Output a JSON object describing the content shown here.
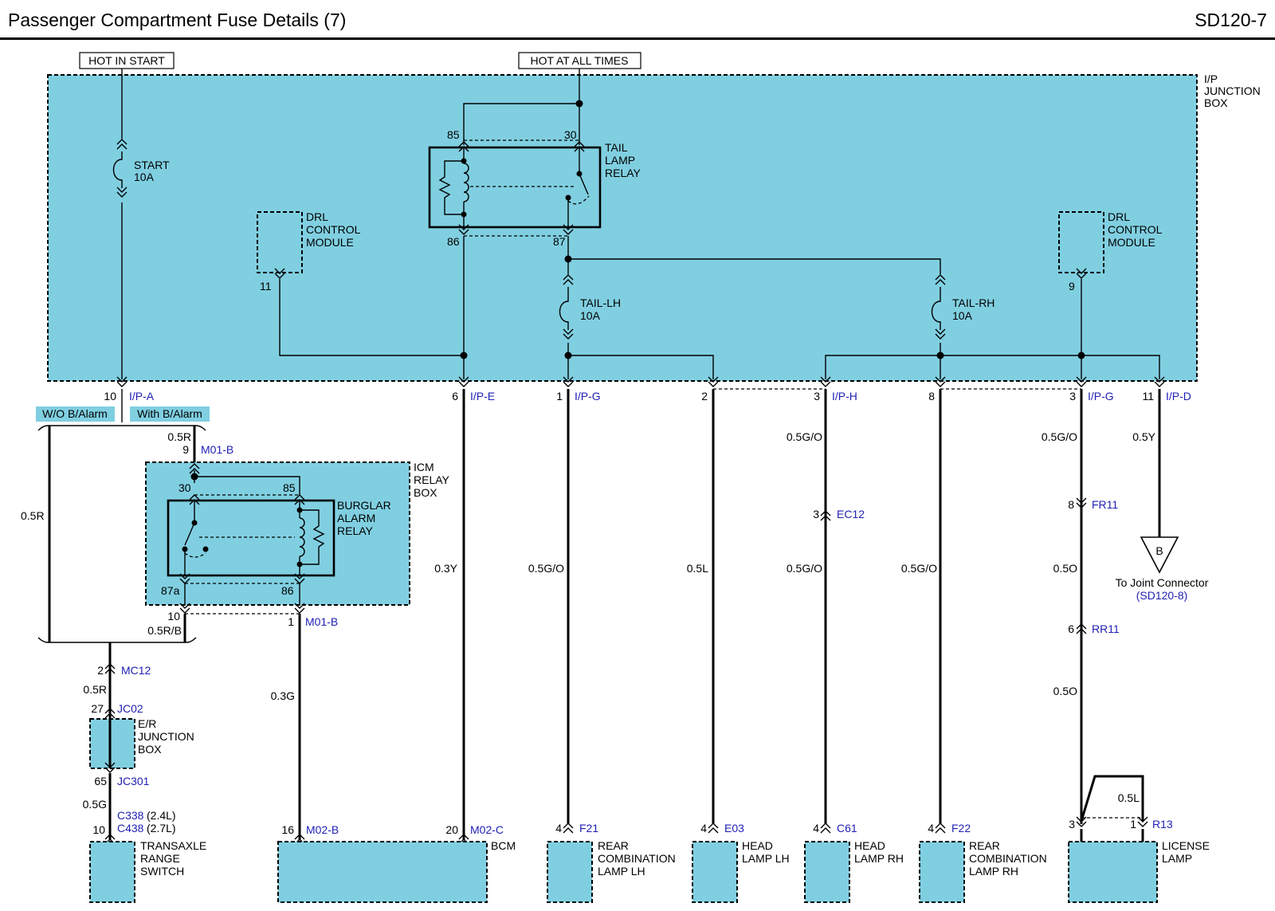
{
  "header": {
    "title": "Passenger Compartment Fuse Details (7)",
    "code": "SD120-7"
  },
  "power": {
    "hot_in_start": "HOT IN START",
    "hot_at_all_times": "HOT AT ALL TIMES"
  },
  "ip_box": {
    "l1": "I/P",
    "l2": "JUNCTION",
    "l3": "BOX"
  },
  "fuses": {
    "start": {
      "name": "START",
      "rating": "10A"
    },
    "tail_lh": {
      "name": "TAIL-LH",
      "rating": "10A"
    },
    "tail_rh": {
      "name": "TAIL-RH",
      "rating": "10A"
    }
  },
  "tail_relay": {
    "l1": "TAIL",
    "l2": "LAMP",
    "l3": "RELAY",
    "p85": "85",
    "p30": "30",
    "p86": "86",
    "p87": "87"
  },
  "drl_left": {
    "l1": "DRL",
    "l2": "CONTROL",
    "l3": "MODULE",
    "pin": "11"
  },
  "drl_right": {
    "l1": "DRL",
    "l2": "CONTROL",
    "l3": "MODULE",
    "pin": "9"
  },
  "ip_pins": [
    {
      "pin": "10",
      "conn": "I/P-A"
    },
    {
      "pin": "6",
      "conn": "I/P-E"
    },
    {
      "pin": "1",
      "conn": "I/P-G"
    },
    {
      "pin": "2",
      "conn": ""
    },
    {
      "pin": "3",
      "conn": "I/P-H"
    },
    {
      "pin": "8",
      "conn": ""
    },
    {
      "pin": "3",
      "conn": "I/P-G"
    },
    {
      "pin": "11",
      "conn": "I/P-D"
    }
  ],
  "options": {
    "wo": "W/O B/Alarm",
    "with": "With B/Alarm"
  },
  "icm": {
    "l1": "ICM",
    "l2": "RELAY",
    "l3": "BOX",
    "wire_in": "0.5R",
    "pin_in": "9",
    "conn_in": "M01-B",
    "p30": "30",
    "p85": "85",
    "p87a": "87a",
    "p86": "86",
    "pin_out_a": "10",
    "wire_out": "0.5R/B",
    "pin_out_b": "1",
    "conn_out": "M01-B"
  },
  "burglar": {
    "l1": "BURGLAR",
    "l2": "ALARM",
    "l3": "RELAY"
  },
  "left_branch": {
    "wire_wo": "0.5R",
    "mc12_pin": "2",
    "mc12": "MC12",
    "wire1": "0.5R",
    "jc02_pin": "27",
    "jc02": "JC02",
    "er_l1": "E/R",
    "er_l2": "JUNCTION",
    "er_l3": "BOX",
    "jc301_pin": "65",
    "jc301": "JC301",
    "wire2": "0.5G",
    "c338": "C338",
    "c338_note": "(2.4L)",
    "c438": "C438",
    "c438_note": "(2.7L)",
    "trs_pin": "10",
    "trs_l1": "TRANSAXLE",
    "trs_l2": "RANGE",
    "trs_l3": "SWITCH"
  },
  "wires": {
    "icm_out": "0.3G",
    "bcm_e": "0.3Y",
    "g1": "0.5G/O",
    "c2": "0.5L",
    "h3_top": "0.5G/O",
    "h3_bot": "0.5G/O",
    "c8": "0.5G/O",
    "g3_top": "0.5G/O",
    "g3_mid": "0.5O",
    "g3_bot": "0.5O",
    "d11": "0.5Y",
    "lic": "0.5L"
  },
  "inline": {
    "ec12_pin": "3",
    "ec12": "EC12",
    "fr11_pin": "8",
    "fr11": "FR11",
    "rr11_pin": "6",
    "rr11": "RR11"
  },
  "joint": {
    "letter": "B",
    "text": "To Joint Connector",
    "ref": "(SD120-8)"
  },
  "bcm": {
    "label": "BCM",
    "pin_b": "16",
    "conn_b": "M02-B",
    "pin_c": "20",
    "conn_c": "M02-C"
  },
  "loads": [
    {
      "pin": "4",
      "conn": "F21",
      "l1": "REAR",
      "l2": "COMBINATION",
      "l3": "LAMP LH"
    },
    {
      "pin": "4",
      "conn": "E03",
      "l1": "HEAD",
      "l2": "LAMP LH",
      "l3": ""
    },
    {
      "pin": "4",
      "conn": "C61",
      "l1": "HEAD",
      "l2": "LAMP RH",
      "l3": ""
    },
    {
      "pin": "4",
      "conn": "F22",
      "l1": "REAR",
      "l2": "COMBINATION",
      "l3": "LAMP RH"
    }
  ],
  "license": {
    "pin3": "3",
    "pin1": "1",
    "conn": "R13",
    "l1": "LICENSE",
    "l2": "LAMP"
  }
}
